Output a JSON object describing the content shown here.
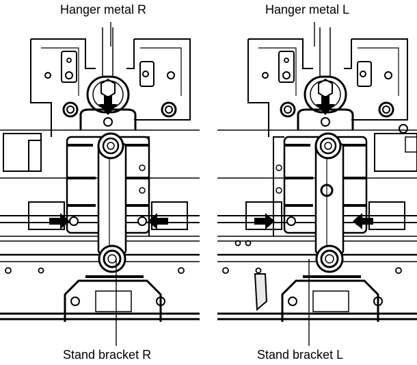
{
  "labels": {
    "hanger_metal_r": "Hanger metal R",
    "hanger_metal_l": "Hanger metal L",
    "stand_bracket_r": "Stand bracket R",
    "stand_bracket_l": "Stand bracket L"
  },
  "colors": {
    "line": "#000000",
    "background": "#ffffff",
    "fill": "#e9e9e9"
  },
  "icons": [
    "arrow-icon",
    "screw-icon",
    "hole-icon"
  ]
}
